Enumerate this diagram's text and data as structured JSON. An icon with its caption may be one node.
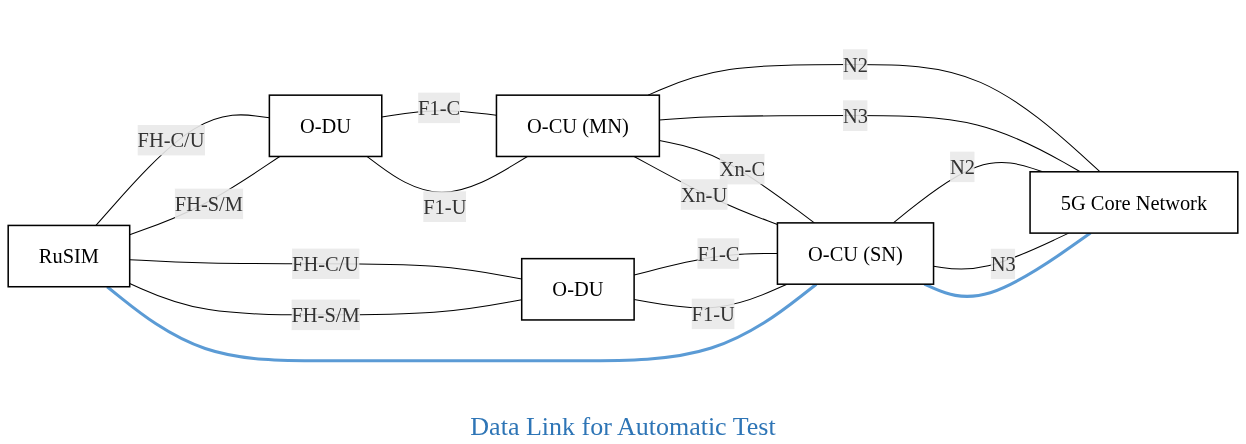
{
  "diagram": {
    "nodes": [
      {
        "text": [
          "RuSIM"
        ]
      },
      {
        "text": [
          "O-DU"
        ]
      },
      {
        "text": [
          "O-CU (MN)"
        ]
      },
      {
        "text": [
          "5G Core Network"
        ]
      },
      {
        "text": [
          "O-DU"
        ]
      },
      {
        "text": [
          "O-CU (SN)"
        ]
      }
    ],
    "edges": [
      {
        "from": 0,
        "to": 1,
        "arrow": "none",
        "label": "FH-C/U"
      },
      {
        "from": 0,
        "to": 1,
        "arrow": "none",
        "label": "FH-S/M"
      },
      {
        "from": 1,
        "to": 2,
        "arrow": "none",
        "label": "F1-C"
      },
      {
        "from": 1,
        "to": 2,
        "arrow": "none",
        "label": "F1-U"
      },
      {
        "from": 2,
        "to": 3,
        "arrow": "none",
        "label": "N2"
      },
      {
        "from": 2,
        "to": 3,
        "arrow": "none",
        "label": "N3"
      },
      {
        "from": 0,
        "to": 4,
        "arrow": "none",
        "label": "FH-C/U"
      },
      {
        "from": 0,
        "to": 4,
        "arrow": "none",
        "label": "FH-S/M"
      },
      {
        "from": 4,
        "to": 5,
        "arrow": "none",
        "label": "F1-C"
      },
      {
        "from": 4,
        "to": 5,
        "arrow": "none",
        "label": "F1-U"
      },
      {
        "from": 2,
        "to": 5,
        "arrow": "none",
        "label": "Xn-C"
      },
      {
        "from": 2,
        "to": 5,
        "arrow": "none",
        "label": "Xn-U"
      },
      {
        "from": 5,
        "to": 3,
        "arrow": "none",
        "label": "N2"
      },
      {
        "from": 5,
        "to": 3,
        "arrow": "none",
        "label": "N3"
      },
      {
        "from": 0,
        "to": 5,
        "arrow": "none",
        "style": "thick",
        "color": "#5b9bd5"
      },
      {
        "from": 5,
        "to": 3,
        "arrow": "none",
        "style": "thick",
        "color": "#5b9bd5"
      }
    ],
    "labels": [
      "Data Link for Automatic Test"
    ]
  }
}
